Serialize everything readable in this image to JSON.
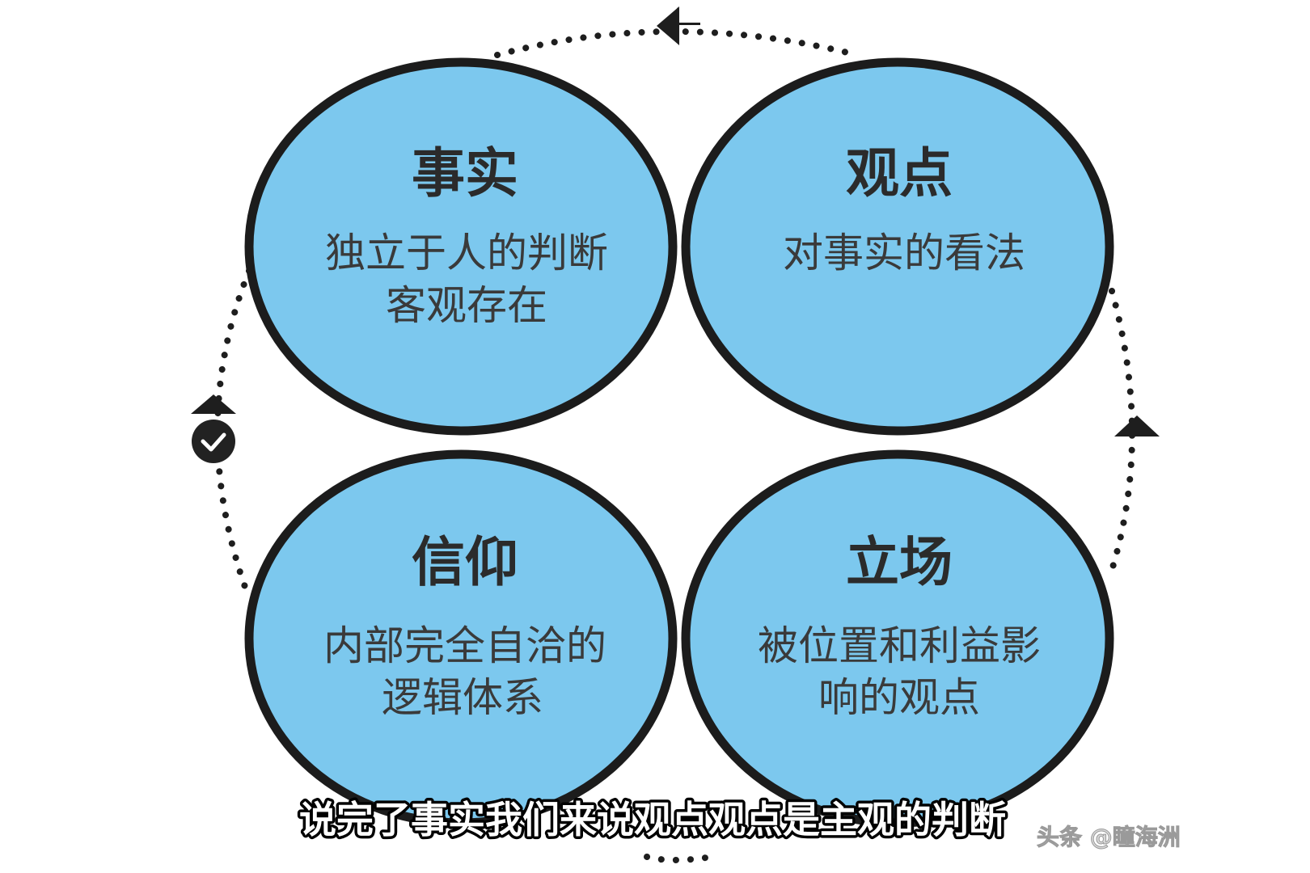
{
  "colors": {
    "circle_fill": "#7cc8ee",
    "circle_stroke": "#1c1c1c",
    "cycle_dots": "#1e1e1e"
  },
  "circles": [
    {
      "id": "fact",
      "title": "事实",
      "lines": [
        "独立于人的判断",
        "客观存在"
      ]
    },
    {
      "id": "opinion",
      "title": "观点",
      "lines": [
        "对事实的看法"
      ]
    },
    {
      "id": "belief",
      "title": "信仰",
      "lines": [
        "内部完全自洽的",
        "逻辑体系"
      ]
    },
    {
      "id": "stance",
      "title": "立场",
      "lines": [
        "被位置和利益影",
        "响的观点"
      ]
    }
  ],
  "cycle": {
    "direction": "counterclockwise",
    "check_icon": "check-circle-icon"
  },
  "subtitle": "说完了事实我们来说观点观点是主观的判断",
  "watermark": "头条 @瞳海洲"
}
